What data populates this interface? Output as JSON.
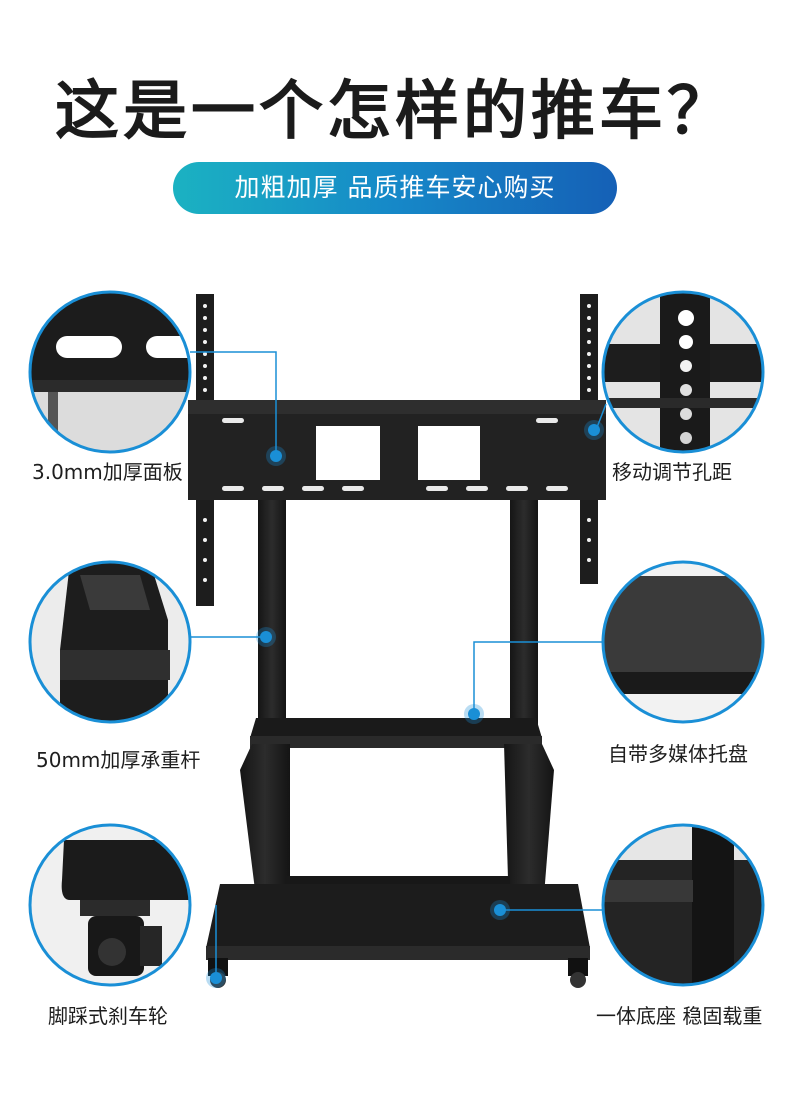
{
  "headline": "这是一个怎样的推车？",
  "subtitle": "加粗加厚 品质推车安心购买",
  "features": {
    "plate": "3.0mm加厚面板",
    "holes": "移动调节孔距",
    "pole": "50mm加厚承重杆",
    "tray": "自带多媒体托盘",
    "wheel": "脚踩式刹车轮",
    "base": "一体底座 稳固载重"
  },
  "colors": {
    "accent": "#1a8fd6",
    "metal": "#232323"
  }
}
